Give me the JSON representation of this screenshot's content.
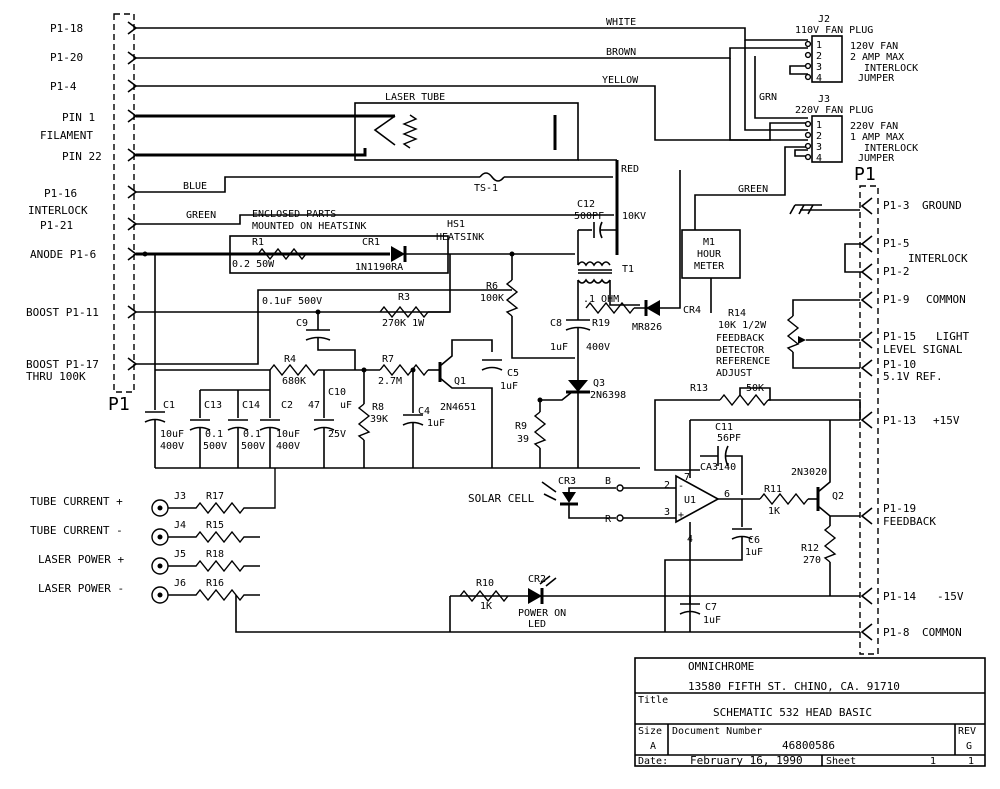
{
  "connector_p1_left": {
    "ref": "P1",
    "pins": [
      "P1-18",
      "P1-20",
      "P1-4",
      "PIN 1",
      "FILAMENT",
      "PIN 22",
      "P1-16",
      "INTERLOCK",
      "P1-21",
      "ANODE P1-6",
      "BOOST P1-11",
      "BOOST P1-17",
      "THRU 100K"
    ]
  },
  "connector_p1_right": {
    "ref": "P1",
    "pins": [
      "P1-3",
      "GROUND",
      "P1-5",
      "INTERLOCK",
      "P1-2",
      "P1-9",
      "COMMON",
      "P1-15",
      "LIGHT",
      "LEVEL SIGNAL",
      "P1-10",
      "5.1V REF.",
      "P1-13",
      "+15V",
      "P1-19",
      "FEEDBACK",
      "P1-14",
      "-15V",
      "P1-8",
      "COMMON"
    ]
  },
  "wires": {
    "white": "WHITE",
    "brown": "BROWN",
    "yellow": "YELLOW",
    "blue": "BLUE",
    "green_left": "GREEN",
    "red": "RED",
    "green_right": "GREEN",
    "grn": "GRN"
  },
  "j2": {
    "ref": "J2",
    "title": "110V FAN PLUG",
    "pins": [
      "1",
      "2",
      "3",
      "4"
    ],
    "lines": [
      "120V FAN",
      "2 AMP MAX",
      "INTERLOCK",
      "JUMPER"
    ]
  },
  "j3": {
    "ref": "J3",
    "title": "220V FAN PLUG",
    "pins": [
      "1",
      "2",
      "3",
      "4"
    ],
    "lines": [
      "220V FAN",
      "1 AMP MAX",
      "INTERLOCK",
      "JUMPER"
    ]
  },
  "laser_tube": "LASER TUBE",
  "ts1": "TS-1",
  "enclosed": [
    "ENCLOSED PARTS",
    "MOUNTED ON HEATSINK"
  ],
  "hs1": [
    "HS1",
    "HEATSINK"
  ],
  "components": {
    "r1": [
      "R1",
      "0.2 50W"
    ],
    "cr1": [
      "CR1",
      "1N1190RA"
    ],
    "c12": [
      "C12",
      "500PF",
      "10KV"
    ],
    "t1": "T1",
    "m1": [
      "M1",
      "HOUR",
      "METER"
    ],
    "r6": [
      "R6",
      "100K"
    ],
    "r3": [
      "0.1uF 500V",
      "R3",
      "270K 1W"
    ],
    "c9": "C9",
    "c8": [
      "C8",
      "1uF"
    ],
    "r19": [
      ".1 OHM",
      "R19",
      "400V"
    ],
    "cr4": [
      "CR4",
      "MR826"
    ],
    "r14": [
      "R14",
      "10K 1/2W",
      "FEEDBACK",
      "DETECTOR",
      "REFERENCE",
      "ADJUST"
    ],
    "r4": [
      "R4",
      "680K"
    ],
    "r7": [
      "R7",
      "2.7M"
    ],
    "q1": [
      "Q1",
      "2N4651"
    ],
    "c5": [
      "C5",
      "1uF"
    ],
    "q3": [
      "Q3",
      "2N6398"
    ],
    "r13": [
      "R13",
      "50K"
    ],
    "c1": [
      "C1",
      "10uF",
      "400V"
    ],
    "c13": [
      "C13",
      "0.1",
      "500V"
    ],
    "c14": [
      "C14",
      "0.1",
      "500V"
    ],
    "c2": [
      "C2",
      "10uF",
      "400V"
    ],
    "c10": [
      "C10",
      "47",
      "uF",
      "25V"
    ],
    "r8": [
      "R8",
      "39K"
    ],
    "c4": [
      "C4",
      "1uF"
    ],
    "r9": [
      "R9",
      "39"
    ],
    "c11": [
      "C11",
      "56PF"
    ],
    "u1": [
      "CA3140",
      "U1",
      "7",
      "2",
      "3",
      "4",
      "6"
    ],
    "r11": [
      "R11",
      "1K"
    ],
    "q2": [
      "2N3020",
      "Q2"
    ],
    "cr3": [
      "CR3",
      "SOLAR CELL",
      "B",
      "R"
    ],
    "c6": [
      "C6",
      "1uF"
    ],
    "r12": [
      "R12",
      "270"
    ],
    "r10": [
      "R10",
      "1K"
    ],
    "cr2": [
      "CR2",
      "POWER ON",
      "LED"
    ],
    "c7": [
      "C7",
      "1uF"
    ]
  },
  "jacks": [
    {
      "label": "TUBE CURRENT +",
      "ref": "J3",
      "res": "R17"
    },
    {
      "label": "TUBE CURRENT -",
      "ref": "J4",
      "res": "R15"
    },
    {
      "label": "LASER POWER +",
      "ref": "J5",
      "res": "R18"
    },
    {
      "label": "LASER POWER -",
      "ref": "J6",
      "res": "R16"
    }
  ],
  "title_block": {
    "company": "OMNICHROME",
    "address": "13580 FIFTH ST. CHINO, CA. 91710",
    "title_label": "Title",
    "title": "SCHEMATIC 532 HEAD BASIC",
    "size_label": "Size",
    "size": "A",
    "docnum_label": "Document Number",
    "docnum": "46800586",
    "rev_label": "REV",
    "rev": "G",
    "date_label": "Date:",
    "date": "February 16, 1990",
    "sheet_label": "Sheet",
    "sheet": "1",
    "of": "1"
  }
}
